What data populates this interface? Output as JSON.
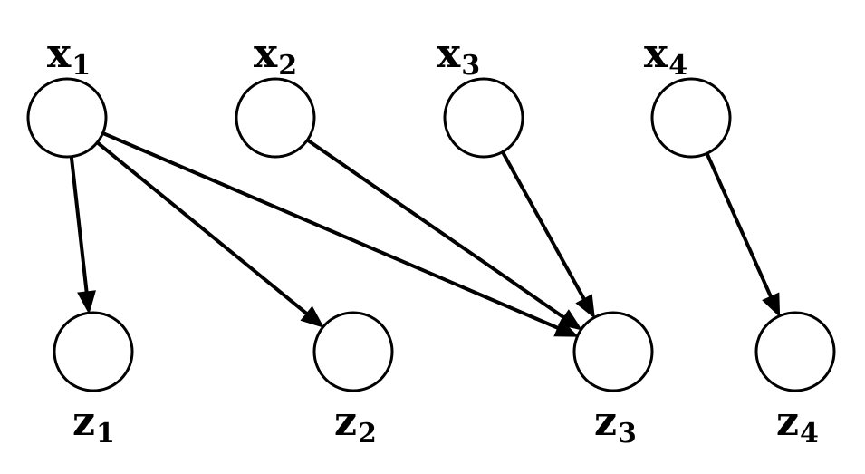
{
  "diagram": {
    "stroke_color": "#000000",
    "fill_color": "#ffffff",
    "top_nodes": [
      {
        "id": "x1",
        "base": "x",
        "sub": "1"
      },
      {
        "id": "x2",
        "base": "x",
        "sub": "2"
      },
      {
        "id": "x3",
        "base": "x",
        "sub": "3"
      },
      {
        "id": "x4",
        "base": "x",
        "sub": "4"
      }
    ],
    "bottom_nodes": [
      {
        "id": "z1",
        "base": "z",
        "sub": "1"
      },
      {
        "id": "z2",
        "base": "z",
        "sub": "2"
      },
      {
        "id": "z3",
        "base": "z",
        "sub": "3"
      },
      {
        "id": "z4",
        "base": "z",
        "sub": "4"
      }
    ],
    "edges": [
      {
        "from": "x1",
        "to": "z1"
      },
      {
        "from": "x1",
        "to": "z2"
      },
      {
        "from": "x1",
        "to": "z3"
      },
      {
        "from": "x2",
        "to": "z3"
      },
      {
        "from": "x3",
        "to": "z3"
      },
      {
        "from": "x4",
        "to": "z4"
      }
    ]
  }
}
